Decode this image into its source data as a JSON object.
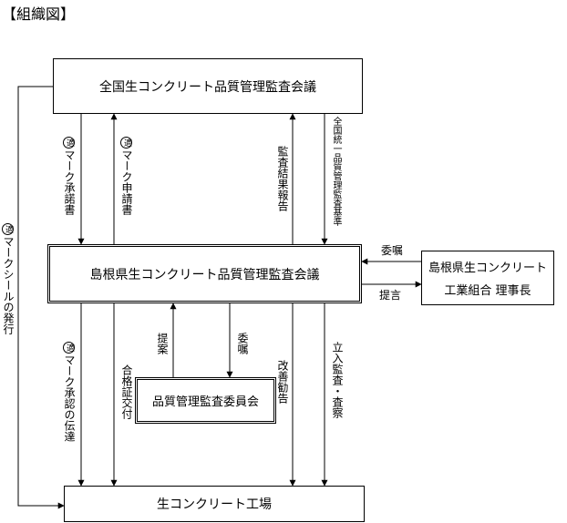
{
  "title": "【組織図】",
  "boxes": {
    "national": "全国生コンクリート品質管理監査会議",
    "shimane": "島根県生コンクリート品質管理監査会議",
    "union_line1": "島根県生コンクリート",
    "union_line2": "工業組合  理事長",
    "committee": "品質管理監査委員会",
    "factory": "生コンクリート工場"
  },
  "labels": {
    "mark_seal": "マークシールの発行",
    "mark_pledge": "マーク承諾書",
    "mark_apply": "マーク申請書",
    "audit_report": "監査結果報告",
    "unified_std": "全国統一品質管理監査基準",
    "entrust_union": "委嘱",
    "propose_union": "提言",
    "mark_approval": "マーク承認の伝達",
    "pass_cert": "合格証交付",
    "proposal": "提案",
    "entrust_committee": "委嘱",
    "improve": "改善勧告",
    "inspection": "立入監査・査察",
    "circle_mark": "適"
  }
}
